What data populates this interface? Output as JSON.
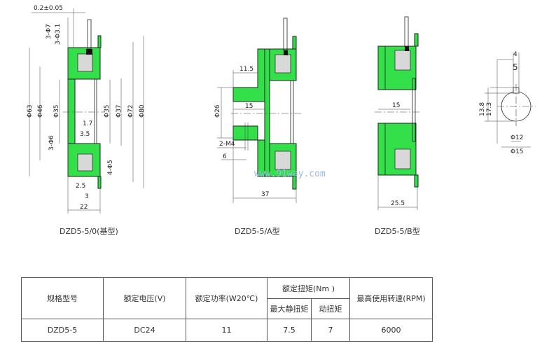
{
  "drawings": {
    "base": {
      "caption": "DZD5-5/0(基型)",
      "dims": [
        "0.2±0.05",
        "3-Φ7",
        "3-Φ3.1",
        "Φ63",
        "Φ46",
        "Φ35",
        "Φ35",
        "Φ37",
        "Φ72",
        "Φ80",
        "1.7",
        "3.5",
        "3-Φ6",
        "4-Φ5",
        "2.5",
        "3",
        "22"
      ]
    },
    "a": {
      "caption": "DZD5-5/A型",
      "dims": [
        "11.5",
        "Φ26",
        "15",
        "2-M4",
        "6",
        "37"
      ],
      "watermark": "www.91way.com"
    },
    "b": {
      "caption": "DZD5-5/B型",
      "dims": [
        "15",
        "25.5"
      ]
    },
    "keyway": {
      "dims": [
        "4",
        "5",
        "13.8",
        "17.3",
        "Φ12",
        "Φ15"
      ]
    }
  },
  "table": {
    "headers": [
      "规格型号",
      "额定电压(V)",
      "额定功率(W20℃)",
      "额定扭矩(Nm )",
      "最高使用转速(RPM)"
    ],
    "subheaders": [
      "最大静扭矩",
      "动扭矩"
    ],
    "row": [
      "DZD5-5",
      "DC24",
      "11",
      "7.5",
      "7",
      "6000"
    ]
  },
  "colors": {
    "body": "#33e04a",
    "watermark": "#9ab7e6"
  }
}
